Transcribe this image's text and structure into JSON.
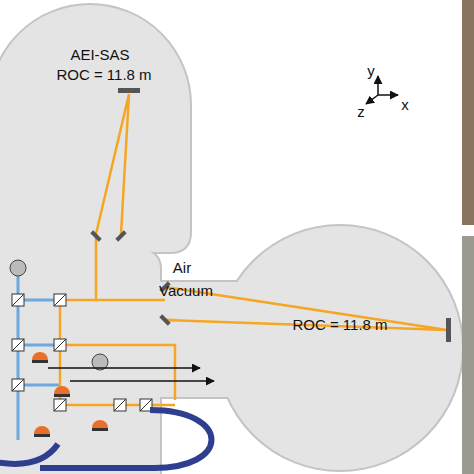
{
  "diagram": {
    "nodes": [
      {
        "text": [
          "AEI-SAS",
          "ROC = 11.8 m"
        ]
      },
      {
        "text": [
          "ROC = 11.8 m"
        ]
      }
    ],
    "labels": [
      "Air",
      "Vacuum",
      "y",
      "x",
      "z"
    ]
  }
}
